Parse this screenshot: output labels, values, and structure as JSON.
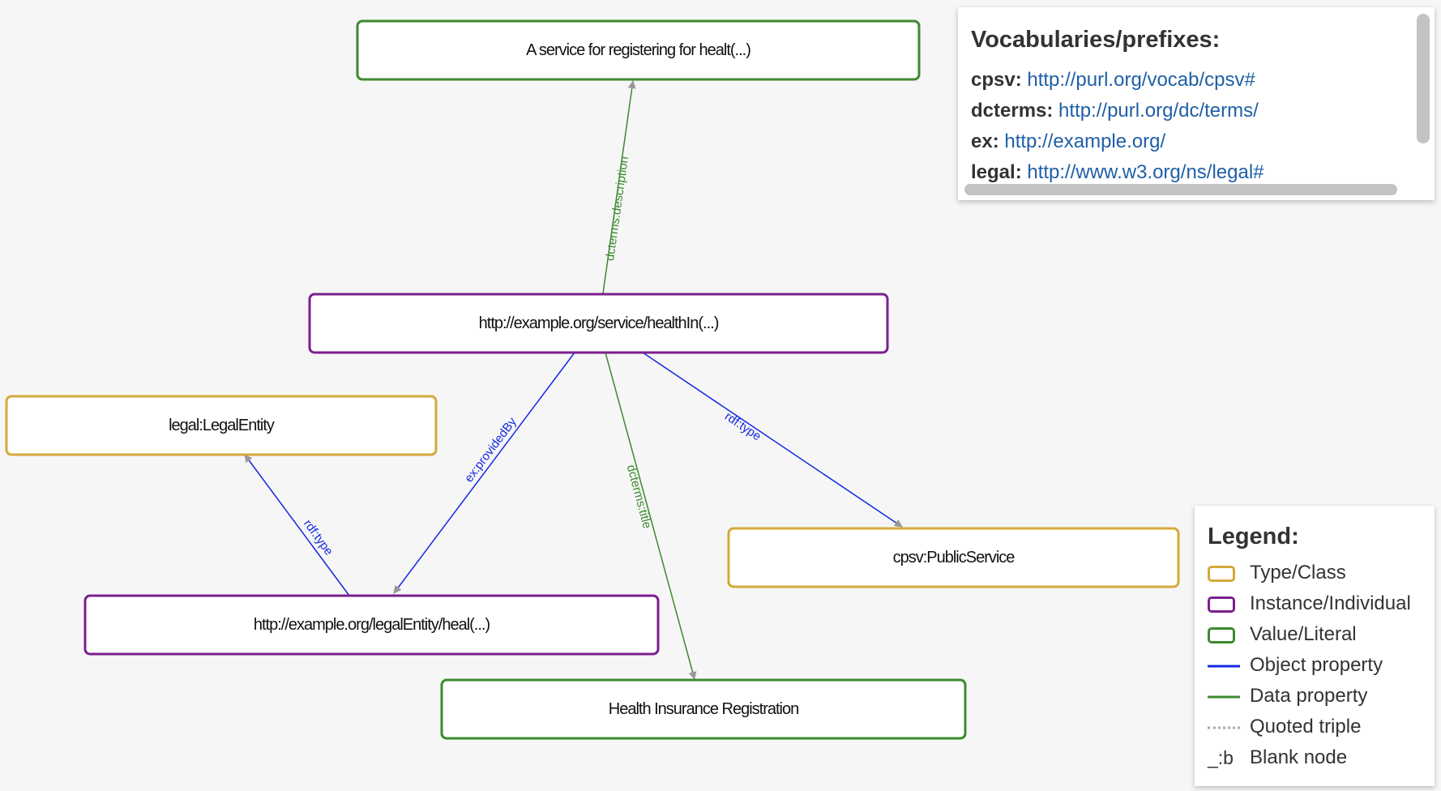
{
  "colors": {
    "type_class": "#d4a93b",
    "instance": "#7b1f8c",
    "literal": "#3c8a2e",
    "object_property": "#1428e0",
    "data_property": "#3c8a2e",
    "arrow_head": "#999999"
  },
  "graph": {
    "nodes": [
      {
        "id": "desc",
        "label": "A service for registering for healt(...)",
        "kind": "literal"
      },
      {
        "id": "service",
        "label": "http://example.org/service/healthIn(...)",
        "kind": "instance"
      },
      {
        "id": "legalentity_class",
        "label": "legal:LegalEntity",
        "kind": "type_class"
      },
      {
        "id": "publicservice_class",
        "label": "cpsv:PublicService",
        "kind": "type_class"
      },
      {
        "id": "legalentity",
        "label": "http://example.org/legalEntity/heal(...)",
        "kind": "instance"
      },
      {
        "id": "title",
        "label": "Health Insurance Registration",
        "kind": "literal"
      }
    ],
    "edges": [
      {
        "id": "e1",
        "from": "service",
        "to": "desc",
        "label": "dcterms:description",
        "kind": "data_property"
      },
      {
        "id": "e2",
        "from": "service",
        "to": "legalentity",
        "label": "ex:providedBy",
        "kind": "object_property"
      },
      {
        "id": "e3",
        "from": "service",
        "to": "title",
        "label": "dcterms:title",
        "kind": "data_property"
      },
      {
        "id": "e4",
        "from": "service",
        "to": "publicservice_class",
        "label": "rdf:type",
        "kind": "object_property"
      },
      {
        "id": "e5",
        "from": "legalentity",
        "to": "legalentity_class",
        "label": "rdf:type",
        "kind": "object_property"
      }
    ]
  },
  "vocab": {
    "title": "Vocabularies/prefixes:",
    "items": [
      {
        "prefix": "cpsv:",
        "uri": "http://purl.org/vocab/cpsv#"
      },
      {
        "prefix": "dcterms:",
        "uri": "http://purl.org/dc/terms/"
      },
      {
        "prefix": "ex:",
        "uri": "http://example.org/"
      },
      {
        "prefix": "legal:",
        "uri": "http://www.w3.org/ns/legal#"
      }
    ]
  },
  "legend": {
    "title": "Legend:",
    "items": [
      {
        "label": "Type/Class",
        "symbol": "box",
        "color": "#d4a93b"
      },
      {
        "label": "Instance/Individual",
        "symbol": "box",
        "color": "#7b1f8c"
      },
      {
        "label": "Value/Literal",
        "symbol": "box",
        "color": "#3c8a2e"
      },
      {
        "label": "Object property",
        "symbol": "line",
        "color": "#1428e0"
      },
      {
        "label": "Data property",
        "symbol": "line",
        "color": "#3c8a2e"
      },
      {
        "label": "Quoted triple",
        "symbol": "dotted",
        "color": "#aaaaaa"
      },
      {
        "label": "Blank node",
        "symbol": "text",
        "symbol_text": "_:b"
      }
    ]
  }
}
